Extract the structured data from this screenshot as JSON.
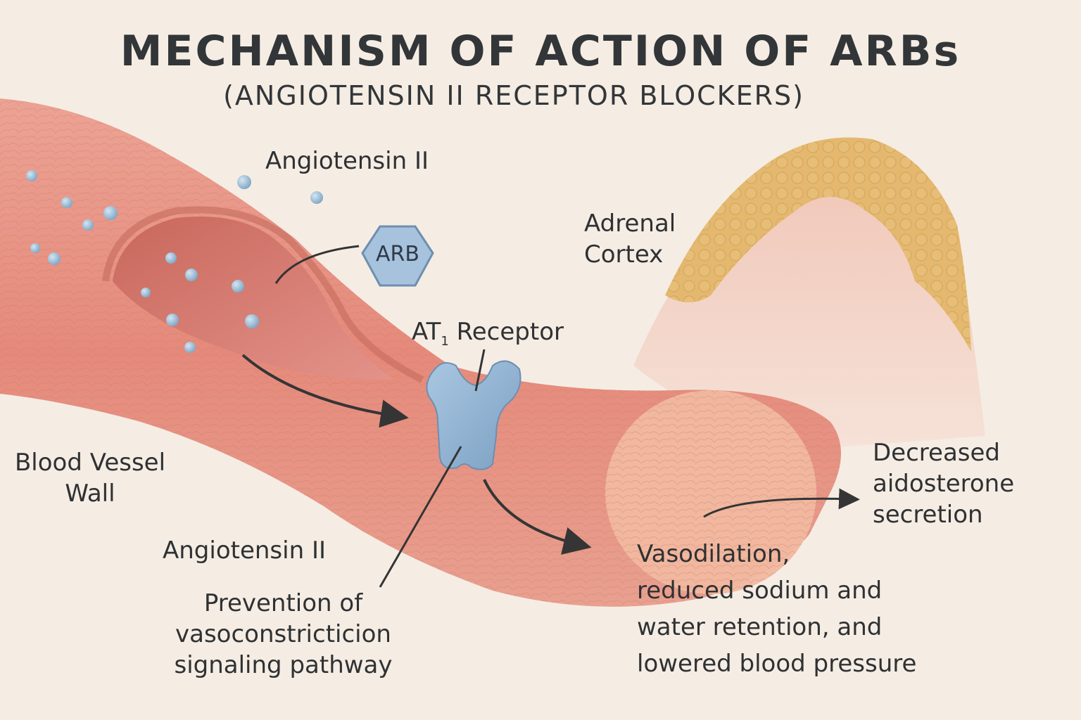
{
  "title": "MECHANISM OF ACTION OF ARBs",
  "subtitle": "(ANGIOTENSIN II RECEPTOR BLOCKERS)",
  "labels": {
    "angiotensin_top": "Angiotensin II",
    "arb": "ARB",
    "receptor_prefix": "AT",
    "receptor_sub": "1",
    "receptor_suffix": " Receptor",
    "adrenal_line1": "Adrenal",
    "adrenal_line2": "Cortex",
    "vessel_line1": "Blood Vessel",
    "vessel_line2": "Wall",
    "angiotensin_bottom": "Angiotensin II",
    "prevention_line1": "Prevention of",
    "prevention_line2": "vasoconstricticion",
    "prevention_line3": "signaling pathway",
    "decreased_line1": "Decreased",
    "decreased_line2": "aidosterone",
    "decreased_line3": "secretion",
    "outcome_line1": "Vasodilation,",
    "outcome_line2": "reduced sodium and",
    "outcome_line3": "water retention, and",
    "outcome_line4": "lowered blood pressure"
  },
  "colors": {
    "background": "#f5ede4",
    "vessel_outer": "#e48d7e",
    "vessel_inner": "#d97a6c",
    "adrenal_cortex": "#e2b86e",
    "adrenal_body": "#f2c3b5",
    "receptor": "#8fb3d3",
    "molecule": "#9fbfd6",
    "arb": "#a8c4de",
    "text": "#2f3133"
  }
}
